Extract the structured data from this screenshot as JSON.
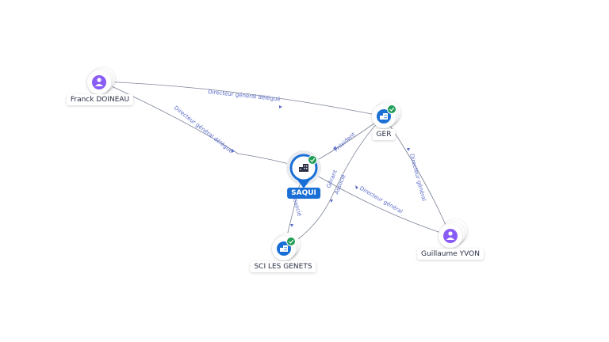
{
  "nodes": {
    "franck": {
      "label": "Franck DOINEAU",
      "kind": "person",
      "icon": "person-icon"
    },
    "ger": {
      "label": "GER",
      "kind": "company",
      "icon": "building-icon",
      "verified": true
    },
    "saqui": {
      "label": "SAQUI",
      "kind": "company-focus",
      "icon": "building-icon",
      "verified": true
    },
    "genets": {
      "label": "SCI LES GENETS",
      "kind": "company",
      "icon": "building-icon",
      "verified": true
    },
    "guillaume": {
      "label": "Guillaume YVON",
      "kind": "person",
      "icon": "person-icon"
    }
  },
  "edges": {
    "franck_ger": "Directeur général délégué",
    "franck_saqui": "Directeur général délégué",
    "saqui_ger": "Président",
    "genets_ger": "Gérant",
    "genets_ger_2": "Associé",
    "saqui_genets": "Associé",
    "guillaume_saqui": "Directeur général",
    "guillaume_ger": "Directeur général"
  },
  "colors": {
    "edge": "#7a8296",
    "edge_label": "#5b6cc9",
    "person": "#8a5cf6",
    "company": "#1a6fd6",
    "verified": "#1f9d55"
  }
}
